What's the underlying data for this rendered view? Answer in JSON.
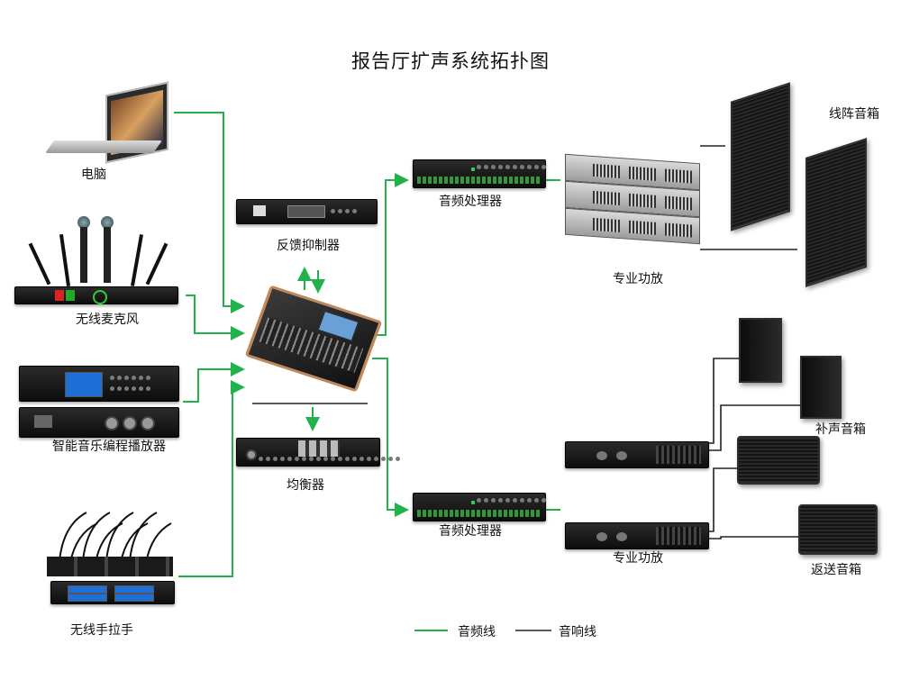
{
  "title": "报告厅扩声系统拓扑图",
  "devices": {
    "computer": "电脑",
    "wireless_mic": "无线麦克风",
    "music_player": "智能音乐编程播放器",
    "gooseneck": "无线手拉手",
    "feedback_suppressor": "反馈抑制器",
    "equalizer": "均衡器",
    "processor_top": "音频处理器",
    "processor_bottom": "音频处理器",
    "amp_top": "专业功放",
    "amp_bottom": "专业功放",
    "line_array": "线阵音箱",
    "fill_speaker": "补声音箱",
    "monitor_speaker": "返送音箱"
  },
  "legend": {
    "audio_line": "音频线",
    "speaker_line": "音响线"
  },
  "colors": {
    "audio_line": "#22b24c",
    "speaker_line": "#222222",
    "screen_blue": "#1e6fd6"
  }
}
